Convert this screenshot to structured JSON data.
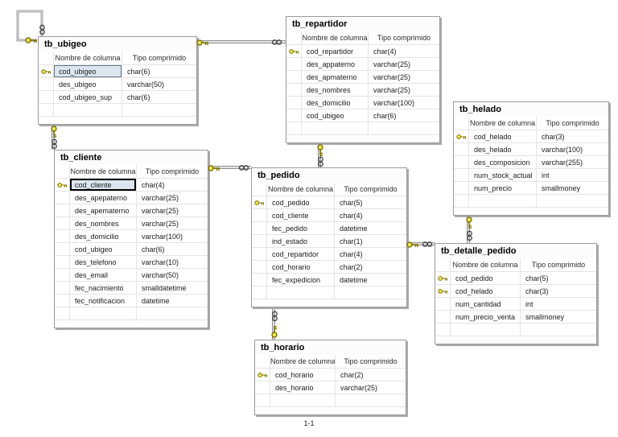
{
  "page_label": "1-1",
  "columns_header": {
    "name": "Nombre de columna",
    "type": "Tipo comprimido"
  },
  "colors": {
    "primary_key_icon": "#ece35f",
    "primary_key_outline": "#7d7300",
    "selection_fill": "#dce6f1",
    "selection_border_soft": "#68788a",
    "selection_border_strong": "#000000",
    "relationship_line": "#909090"
  },
  "icons": {
    "primary_key": "key-icon",
    "one_end": "key-icon",
    "many_end": "infinity-icon"
  },
  "tables": [
    {
      "id": "tb_ubigeo",
      "title": "tb_ubigeo",
      "rows": [
        {
          "name": "cod_ubigeo",
          "type": "char(6)",
          "pk": true,
          "selected": "soft"
        },
        {
          "name": "des_ubigeo",
          "type": "varchar(50)"
        },
        {
          "name": "cod_ubigeo_sup",
          "type": "char(6)"
        },
        {
          "name": "",
          "type": ""
        }
      ]
    },
    {
      "id": "tb_repartidor",
      "title": "tb_repartidor",
      "rows": [
        {
          "name": "cod_repartidor",
          "type": "char(4)",
          "pk": true
        },
        {
          "name": "des_appaterno",
          "type": "varchar(25)"
        },
        {
          "name": "des_apmaterno",
          "type": "varchar(25)"
        },
        {
          "name": "des_nombres",
          "type": "varchar(25)"
        },
        {
          "name": "des_domicilio",
          "type": "varchar(100)"
        },
        {
          "name": "cod_ubigeo",
          "type": "char(6)"
        },
        {
          "name": "",
          "type": ""
        }
      ]
    },
    {
      "id": "tb_helado",
      "title": "tb_helado",
      "rows": [
        {
          "name": "cod_helado",
          "type": "char(3)",
          "pk": true
        },
        {
          "name": "des_helado",
          "type": "varchar(100)"
        },
        {
          "name": "des_composicion",
          "type": "varchar(255)"
        },
        {
          "name": "num_stock_actual",
          "type": "int"
        },
        {
          "name": "num_precio",
          "type": "smallmoney"
        },
        {
          "name": "",
          "type": ""
        }
      ]
    },
    {
      "id": "tb_cliente",
      "title": "tb_cliente",
      "rows": [
        {
          "name": "cod_cliente",
          "type": "char(4)",
          "pk": true,
          "selected": "strong"
        },
        {
          "name": "des_apepaterno",
          "type": "varchar(25)"
        },
        {
          "name": "des_apematerno",
          "type": "varchar(25)"
        },
        {
          "name": "des_nombres",
          "type": "varchar(25)"
        },
        {
          "name": "des_domicilio",
          "type": "varchar(100)"
        },
        {
          "name": "cod_ubigeo",
          "type": "char(6)"
        },
        {
          "name": "des_telefono",
          "type": "varchar(10)"
        },
        {
          "name": "des_email",
          "type": "varchar(50)"
        },
        {
          "name": "fec_nacimiento",
          "type": "smalldatetime"
        },
        {
          "name": "fec_notificacion",
          "type": "datetime"
        },
        {
          "name": "",
          "type": ""
        }
      ]
    },
    {
      "id": "tb_pedido",
      "title": "tb_pedido",
      "rows": [
        {
          "name": "cod_pedido",
          "type": "char(5)",
          "pk": true
        },
        {
          "name": "cod_cliente",
          "type": "char(4)"
        },
        {
          "name": "fec_pedido",
          "type": "datetime"
        },
        {
          "name": "ind_estado",
          "type": "char(1)"
        },
        {
          "name": "cod_repartidor",
          "type": "char(4)"
        },
        {
          "name": "cod_horario",
          "type": "char(2)"
        },
        {
          "name": "fec_expedicion",
          "type": "datetime"
        },
        {
          "name": "",
          "type": ""
        }
      ]
    },
    {
      "id": "tb_detalle_pedido",
      "title": "tb_detalle_pedido",
      "rows": [
        {
          "name": "cod_pedido",
          "type": "char(5)",
          "pk": true
        },
        {
          "name": "cod_helado",
          "type": "char(3)",
          "pk": true
        },
        {
          "name": "num_cantidad",
          "type": "int"
        },
        {
          "name": "num_precio_venta",
          "type": "smallmoney"
        },
        {
          "name": "",
          "type": ""
        }
      ]
    },
    {
      "id": "tb_horario",
      "title": "tb_horario",
      "rows": [
        {
          "name": "cod_horario",
          "type": "char(2)",
          "pk": true
        },
        {
          "name": "des_horario",
          "type": "varchar(25)"
        },
        {
          "name": "",
          "type": ""
        }
      ]
    }
  ],
  "relationships": [
    {
      "from": "tb_ubigeo",
      "to": "tb_ubigeo"
    },
    {
      "from": "tb_ubigeo",
      "to": "tb_repartidor"
    },
    {
      "from": "tb_ubigeo",
      "to": "tb_cliente"
    },
    {
      "from": "tb_cliente",
      "to": "tb_pedido"
    },
    {
      "from": "tb_repartidor",
      "to": "tb_pedido"
    },
    {
      "from": "tb_pedido",
      "to": "tb_detalle_pedido"
    },
    {
      "from": "tb_helado",
      "to": "tb_detalle_pedido"
    },
    {
      "from": "tb_horario",
      "to": "tb_pedido"
    }
  ]
}
